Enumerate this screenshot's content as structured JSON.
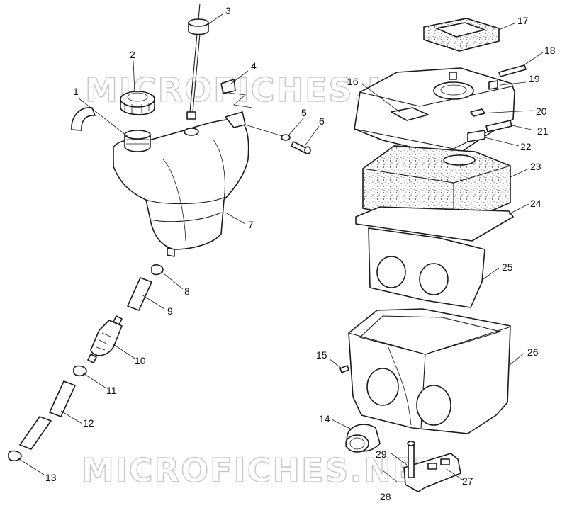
{
  "watermark": {
    "top": "MICROFICHES.NET",
    "bottom": "MICROFICHES.NET"
  },
  "labels": {
    "p1": "1",
    "p2": "2",
    "p3": "3",
    "p4": "4",
    "p5": "5",
    "p6": "6",
    "p7": "7",
    "p8": "8",
    "p9": "9",
    "p10": "10",
    "p11": "11",
    "p12": "12",
    "p13": "13",
    "p14": "14",
    "p15": "15",
    "p16": "16",
    "p17": "17",
    "p18": "18",
    "p19": "19",
    "p20": "20",
    "p21": "21",
    "p22": "22",
    "p23": "23",
    "p24": "24",
    "p25": "25",
    "p26": "26",
    "p27": "27",
    "p28": "28",
    "p29": "29"
  },
  "colors": {
    "ink": "#1a1a1a",
    "watermark": "#c8c8c8",
    "background": "#ffffff"
  }
}
